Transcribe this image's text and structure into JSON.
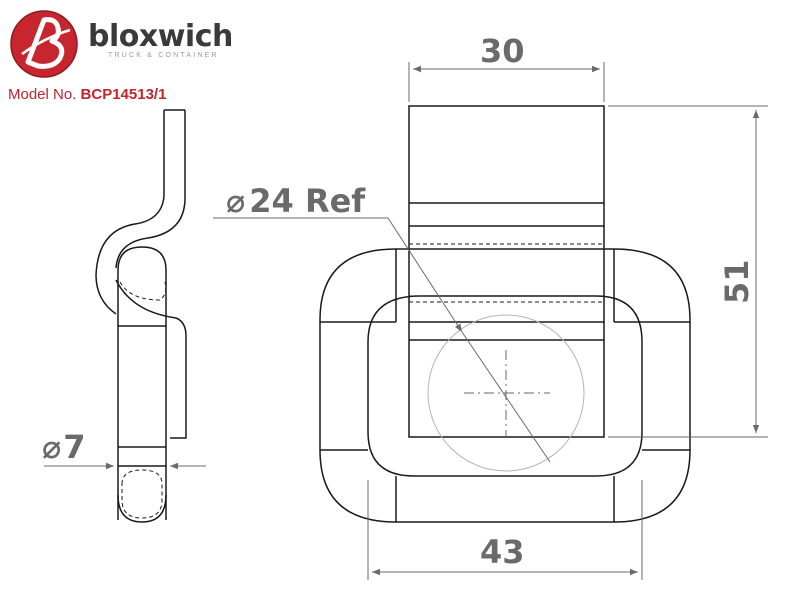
{
  "header": {
    "brand_name": "bloxwich",
    "tagline": "TRUCK & CONTAINER",
    "model_label": "Model No.",
    "model_number": "BCP14513/1",
    "logo_icon": "bloxwich-b-logo-icon"
  },
  "colors": {
    "logo_red": "#c8262e",
    "model_red": "#c0242c",
    "brand_text": "#3a3a3a",
    "line": "#1a1a1a",
    "dimension": "#6a6a6a"
  },
  "dimensions": {
    "top_width": "30",
    "height": "51",
    "bottom_width": "43",
    "ring_ref": "24 Ref",
    "rod_diameter": "7",
    "diameter_symbol": "⌀"
  }
}
